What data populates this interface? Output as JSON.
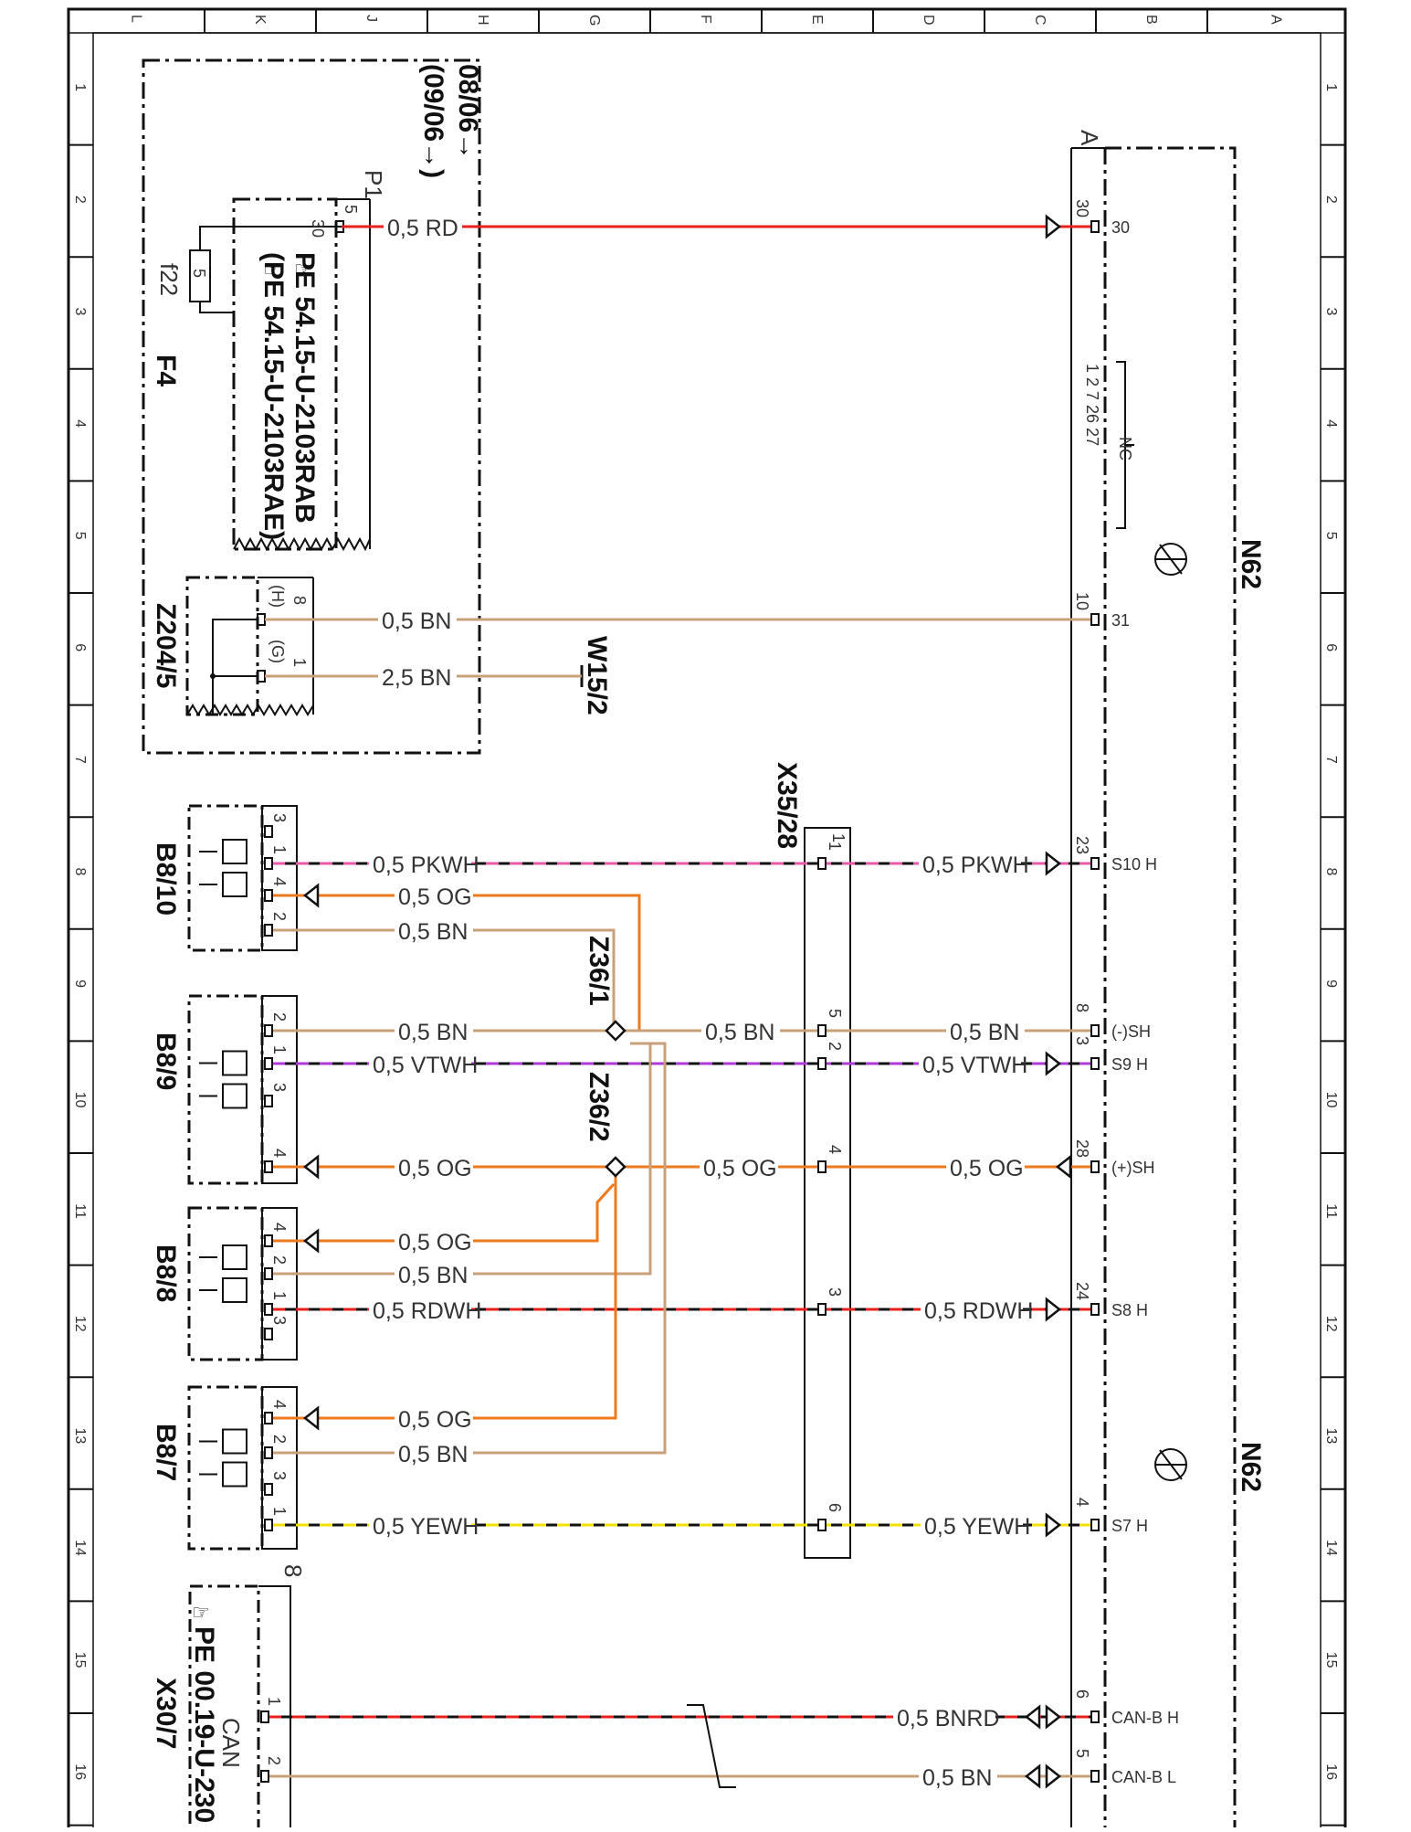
{
  "diagram": {
    "grid_columns": [
      "L",
      "K",
      "J",
      "H",
      "G",
      "F",
      "E",
      "D",
      "C",
      "B",
      "A"
    ],
    "grid_rows": [
      "1",
      "2",
      "3",
      "4",
      "5",
      "6",
      "7",
      "8",
      "9",
      "10",
      "11",
      "12",
      "13",
      "14",
      "15",
      "16"
    ],
    "module": {
      "name": "N62",
      "connector": "A",
      "nc_label": "NC",
      "nc_pins": "1  2  7  26  27",
      "pins": [
        {
          "pin": "30",
          "signal": "30"
        },
        {
          "pin": "10",
          "signal": "31"
        },
        {
          "pin": "23",
          "signal": "S10 H"
        },
        {
          "pin": "8",
          "signal": "(-)SH"
        },
        {
          "pin": "3",
          "signal": "S9 H"
        },
        {
          "pin": "28",
          "signal": "(+)SH"
        },
        {
          "pin": "24",
          "signal": "S8 H"
        },
        {
          "pin": "4",
          "signal": "S7 H"
        },
        {
          "pin": "6",
          "signal": "CAN-B H"
        },
        {
          "pin": "5",
          "signal": "CAN-B L"
        }
      ]
    },
    "fusebox": {
      "name": "F4",
      "date_range": "08/06→",
      "date_range2": "(09/06→)",
      "fuse": "f22",
      "fuse_rating": "5",
      "connector": "P1",
      "conn_pin": "5",
      "fuse_pin": "30",
      "ref1": "PE 54.15-U-2103RAB",
      "ref2": "(PE 54.15-U-2103RAE)"
    },
    "ground": {
      "name": "Z204/5",
      "pin_h": "8",
      "pin_h_label": "(H)",
      "pin_g": "1",
      "pin_g_label": "(G)",
      "terminal": "W15/2"
    },
    "connector_x35": {
      "name": "X35/28",
      "top_pin": "1"
    },
    "splices": {
      "z1": "Z36/1",
      "z2": "Z36/2"
    },
    "sensors": [
      {
        "name": "B8/10",
        "pins": [
          "3",
          "1",
          "4",
          "2"
        ]
      },
      {
        "name": "B8/9",
        "pins": [
          "2",
          "1",
          "3",
          "4"
        ]
      },
      {
        "name": "B8/8",
        "pins": [
          "4",
          "2",
          "1",
          "3"
        ]
      },
      {
        "name": "B8/7",
        "pins": [
          "4",
          "2",
          "3",
          "1"
        ]
      }
    ],
    "x30": {
      "name": "X30/7",
      "subtitle": "CAN",
      "ref": "PE 00.19-U-230",
      "pin_count": "8",
      "pins": [
        "1",
        "2"
      ]
    },
    "wires": {
      "rd": "0,5 RD",
      "bn": "0,5 BN",
      "bn25": "2,5 BN",
      "pkwh": "0,5 PKWH",
      "og": "0,5 OG",
      "vtwh": "0,5 VTWH",
      "rdwh": "0,5 RDWH",
      "yewh": "0,5 YEWH",
      "bnrd": "0,5 BNRD"
    },
    "x35_pins": {
      "bn": "5",
      "vtwh": "2",
      "og": "4",
      "rdwh": "3",
      "yewh": "6"
    },
    "colors": {
      "red": "#e8211e",
      "brown": "#c8a07a",
      "orange": "#ef7a1e",
      "pink": "#e85aa8",
      "violet": "#b03ad8",
      "yellow": "#f2e200",
      "black": "#111111"
    }
  }
}
